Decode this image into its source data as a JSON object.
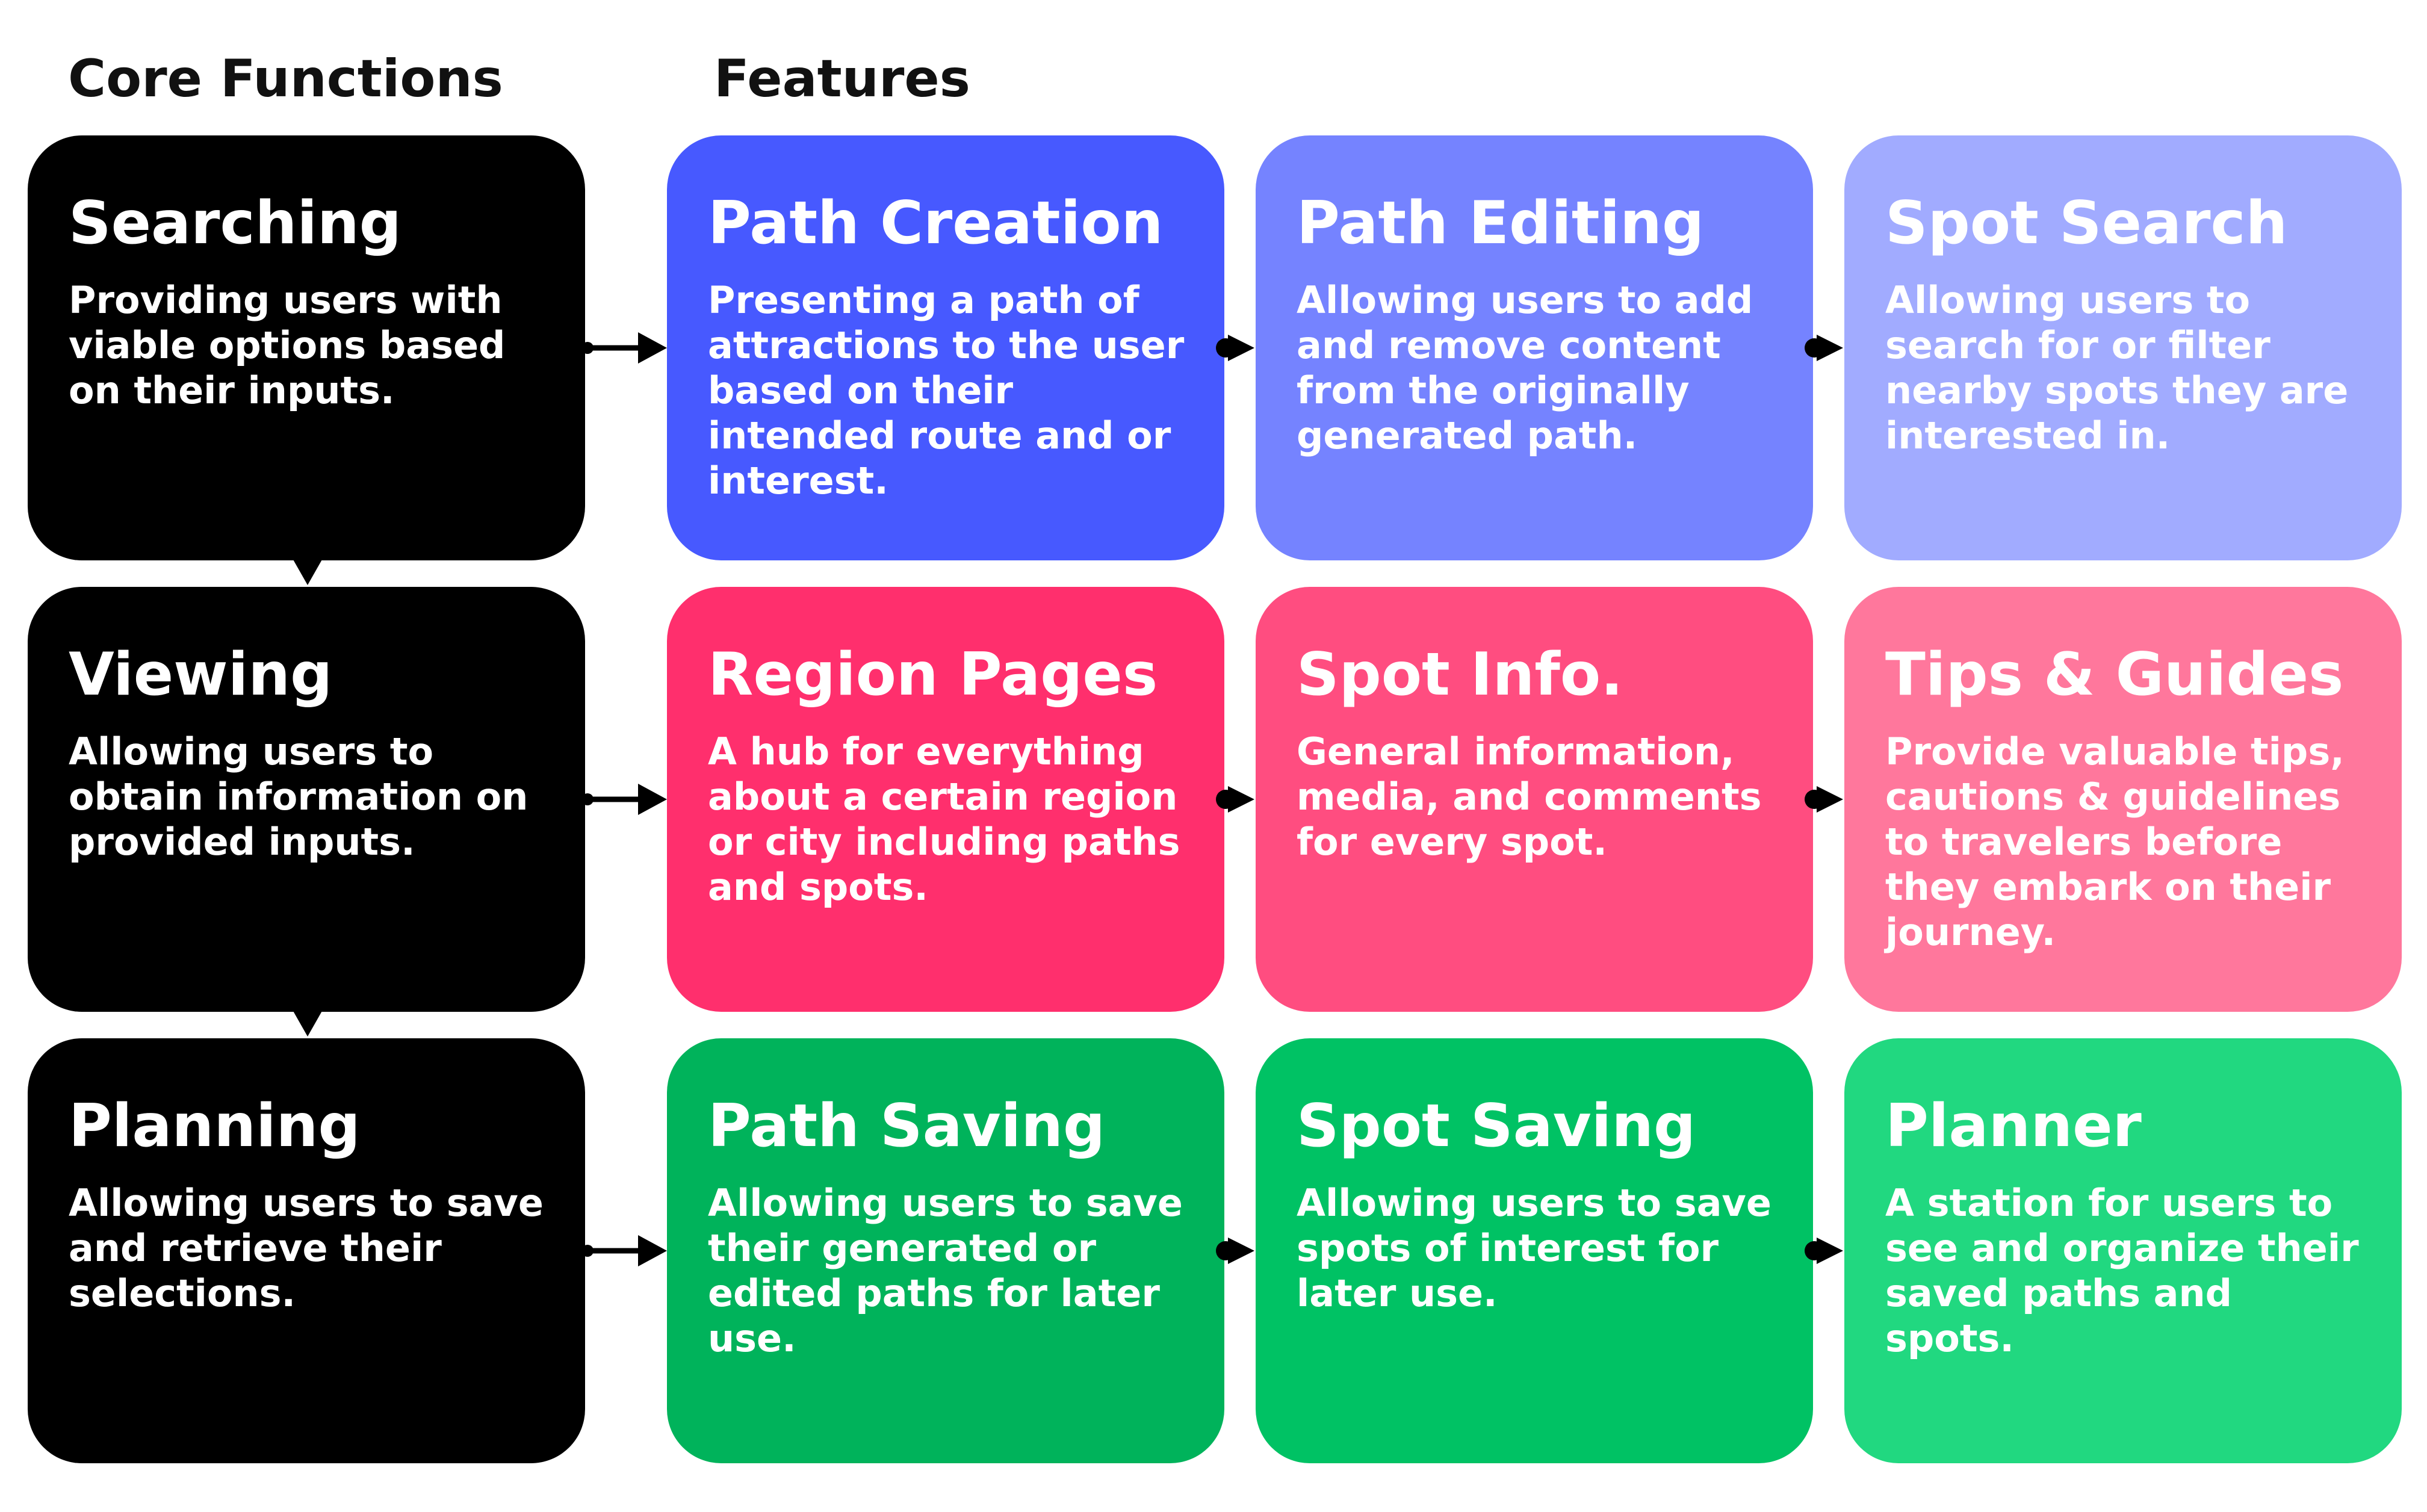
{
  "headings": {
    "core": "Core Functions",
    "features": "Features"
  },
  "rows": [
    {
      "core": {
        "title": "Searching",
        "desc": "Providing users with viable options based on their inputs."
      },
      "features": [
        {
          "title": "Path Creation",
          "desc": "Presenting a path of attractions to the user based on their intended route and or interest."
        },
        {
          "title": "Path Editing",
          "desc": "Allowing users to add and remove content from the originally generated path."
        },
        {
          "title": "Spot Search",
          "desc": "Allowing users to search for or filter nearby spots they are interested in."
        }
      ]
    },
    {
      "core": {
        "title": "Viewing",
        "desc": "Allowing users to obtain information on provided inputs."
      },
      "features": [
        {
          "title": "Region Pages",
          "desc": "A hub for everything about a certain region or city including paths and spots."
        },
        {
          "title": "Spot Info.",
          "desc": "General information, media, and comments for every spot."
        },
        {
          "title": "Tips & Guides",
          "desc": "Provide valuable tips, cautions & guidelines to travelers before they embark on their journey."
        }
      ]
    },
    {
      "core": {
        "title": "Planning",
        "desc": "Allowing users to save and retrieve their selections."
      },
      "features": [
        {
          "title": "Path Saving",
          "desc": "Allowing users to save their generated or edited paths for later use."
        },
        {
          "title": "Spot Saving",
          "desc": "Allowing users to save spots of interest for later use."
        },
        {
          "title": "Planner",
          "desc": "A station for users to see and organize their saved paths and spots."
        }
      ]
    }
  ],
  "colors": {
    "core": "#000000",
    "row1": [
      "#4759FF",
      "#7583FF",
      "#A1ABFF"
    ],
    "row2": [
      "#FF2F6D",
      "#FF4D80",
      "#FF779C"
    ],
    "row3": [
      "#00B35B",
      "#00C264",
      "#21D880"
    ]
  },
  "icons": {
    "right-connector": "arrow-right",
    "down-connector": "triangle-down"
  }
}
